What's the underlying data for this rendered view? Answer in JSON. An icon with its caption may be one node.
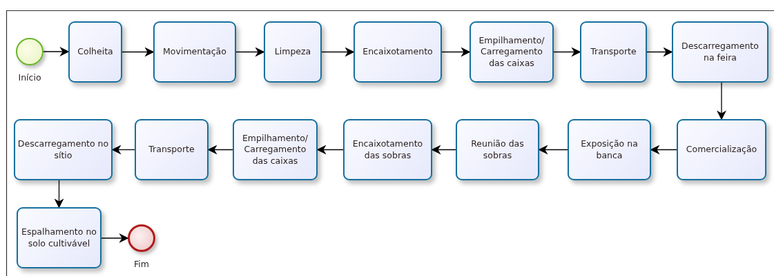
{
  "diagram": {
    "nodes": [
      {
        "text": [],
        "shape": "circle",
        "beside": [
          "Início"
        ]
      },
      {
        "text": [
          "Colheita"
        ]
      },
      {
        "text": [
          "Movimentação"
        ]
      },
      {
        "text": [
          "Limpeza"
        ]
      },
      {
        "text": [
          "Encaixotamento"
        ]
      },
      {
        "text": [
          "Empilhamento/ Carregamento das caixas"
        ]
      },
      {
        "text": [
          "Transporte"
        ]
      },
      {
        "text": [
          "Descarregamento na feira"
        ]
      },
      {
        "text": [
          "Comercialização"
        ]
      },
      {
        "text": [
          "Exposição na banca"
        ]
      },
      {
        "text": [
          "Reunião das sobras"
        ]
      },
      {
        "text": [
          "Encaixotamento das sobras"
        ]
      },
      {
        "text": [
          "Empilhamento/ Carregamento das caixas"
        ]
      },
      {
        "text": [
          "Transporte"
        ]
      },
      {
        "text": [
          "Descarregamento no sítio"
        ]
      },
      {
        "text": [
          "Espalhamento no solo cultivável"
        ]
      },
      {
        "text": [],
        "shape": "circle",
        "beside": [
          "Fim"
        ]
      }
    ],
    "edges": [
      {
        "from": 0,
        "to": 1,
        "arrow": "to"
      },
      {
        "from": 1,
        "to": 2,
        "arrow": "to"
      },
      {
        "from": 2,
        "to": 3,
        "arrow": "to"
      },
      {
        "from": 3,
        "to": 4,
        "arrow": "to"
      },
      {
        "from": 4,
        "to": 5,
        "arrow": "to"
      },
      {
        "from": 5,
        "to": 6,
        "arrow": "to"
      },
      {
        "from": 6,
        "to": 7,
        "arrow": "to"
      },
      {
        "from": 7,
        "to": 8,
        "arrow": "to"
      },
      {
        "from": 8,
        "to": 9,
        "arrow": "to"
      },
      {
        "from": 9,
        "to": 10,
        "arrow": "to"
      },
      {
        "from": 10,
        "to": 11,
        "arrow": "to"
      },
      {
        "from": 11,
        "to": 12,
        "arrow": "to"
      },
      {
        "from": 12,
        "to": 13,
        "arrow": "to"
      },
      {
        "from": 13,
        "to": 14,
        "arrow": "to"
      },
      {
        "from": 14,
        "to": 15,
        "arrow": "to"
      },
      {
        "from": 15,
        "to": 16,
        "arrow": "to"
      }
    ]
  }
}
